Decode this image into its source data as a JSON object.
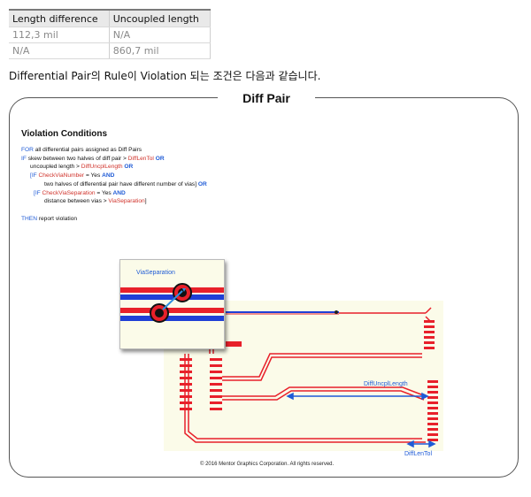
{
  "table": {
    "headers": [
      "Length difference",
      "Uncoupled length"
    ],
    "rows": [
      [
        "112,3 mil",
        "N/A"
      ],
      [
        "N/A",
        "860,7 mil"
      ]
    ]
  },
  "intro_text": "Differential Pair의 Rule이 Violation 되는 조건은 다음과 같습니다.",
  "frame": {
    "title": "Diff Pair",
    "violation_title": "Violation Conditions",
    "rule": {
      "for_kw": "FOR",
      "line1": " all differential pairs assigned as Diff Pairs",
      "if_kw": "IF",
      "line2a": " skew between two halves of diff pair > ",
      "var_difflentol": "DiffLenTol",
      "or_kw": "OR",
      "line3a": "uncoupled length > ",
      "var_diffuncpl": "DiffUncplLength",
      "bracket_if1": "[IF",
      "var_vianumber": "CheckViaNumber",
      "line4b": " = Yes ",
      "and_kw": "AND",
      "line5": "two halves of differential pair have different number of vias]",
      "bracket_if2": "[IF",
      "var_viaseparation_check": "CheckViaSeparation",
      "line6b": " = Yes ",
      "line7a": "distance between vias > ",
      "var_viaseparation": "ViaSeparation",
      "line7c": "]",
      "then_kw": "THEN",
      "line8": " report violation"
    },
    "labels": {
      "via_separation": "ViaSeparation",
      "diff_uncpl_length": "DiffUncplLength",
      "diff_len_tol": "DiffLenTol"
    },
    "copyright": "© 2016 Mentor Graphics Corporation. All rights reserved."
  },
  "colors": {
    "trace_red": "#e8202a",
    "trace_blue": "#1f3fd6",
    "label_blue": "#1f5bd6",
    "keyword_blue": "#1f5bd6",
    "variable_red": "#d0322a",
    "diagram_bg": "#fbfbe9"
  }
}
